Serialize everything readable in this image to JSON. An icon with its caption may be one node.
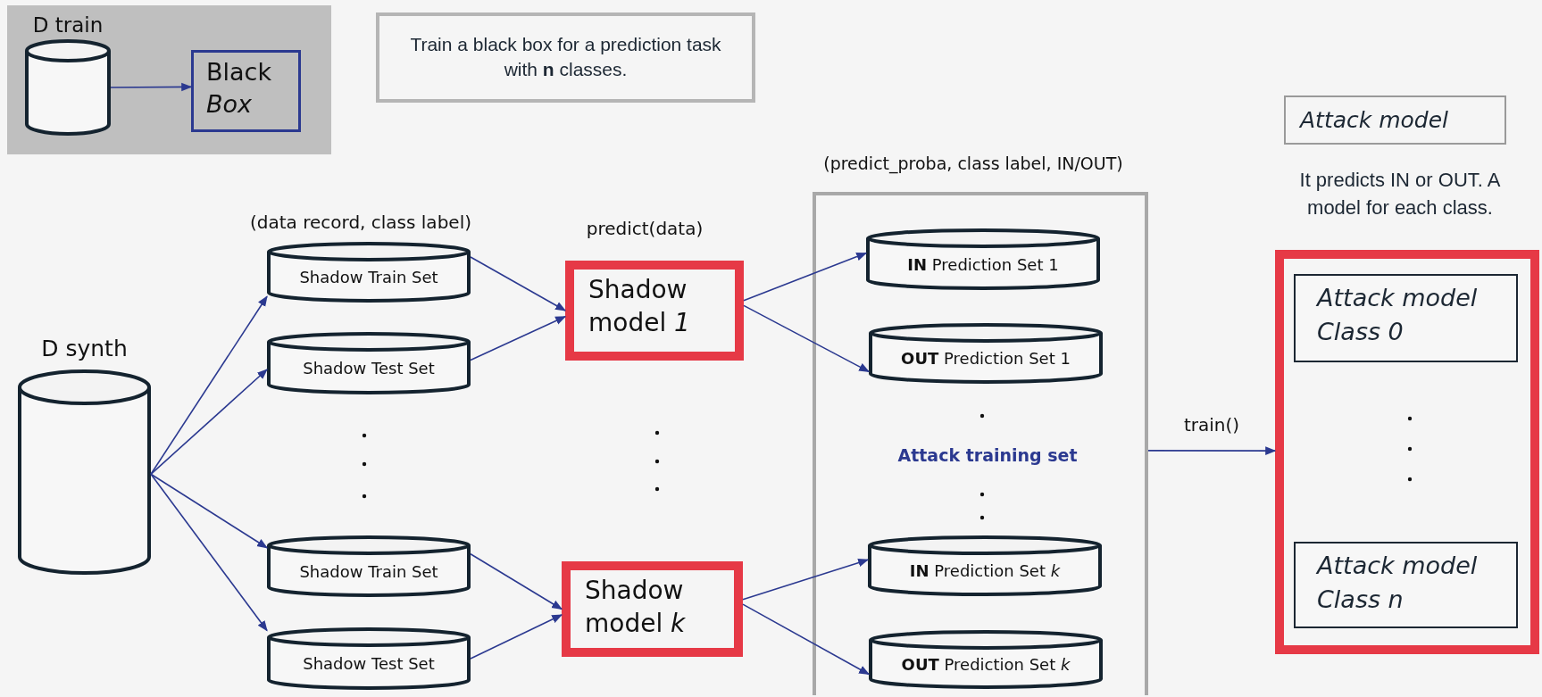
{
  "diagram": {
    "nodes": [
      {
        "text": [],
        "shape": "box"
      },
      {
        "text": [
          "D train"
        ],
        "in": 0
      },
      {
        "text": [
          "Black *Box*"
        ],
        "in": 0
      },
      {
        "text": [
          "Train a black box for a prediction task with **n** classes."
        ]
      },
      {
        "text": [
          "D synth"
        ]
      },
      {
        "text": [
          "Shadow Train Set"
        ]
      },
      {
        "text": [
          "Shadow Test Set"
        ]
      },
      {
        "text": [
          "Shadow Train Set"
        ]
      },
      {
        "text": [
          "Shadow Test Set"
        ]
      },
      {
        "text": [
          "Shadow model *1*"
        ]
      },
      {
        "text": [
          "Shadow model *k*"
        ]
      },
      {
        "text": [
          "(predict_proba, class label, IN/OUT)",
          "Attack training set"
        ]
      },
      {
        "text": [
          "**IN** Prediction Set 1"
        ],
        "in": 11
      },
      {
        "text": [
          "**OUT** Prediction Set 1"
        ],
        "in": 11
      },
      {
        "text": [
          "**IN** Prediction Set *k*"
        ],
        "in": 11
      },
      {
        "text": [
          "**OUT** Prediction Set *k*"
        ],
        "in": 11
      },
      {
        "text": [
          "Attack model"
        ]
      },
      {
        "text": [
          "It predicts IN or OUT. A model for each class."
        ]
      },
      {
        "text": [
          "Attack model Class 0"
        ],
        "in": 17
      },
      {
        "text": [
          "Attack model Class n"
        ],
        "in": 17
      }
    ],
    "edges": [
      {
        "from": 1,
        "to": 2,
        "arrow": "to"
      },
      {
        "from": 4,
        "to": 5,
        "arrow": "to"
      },
      {
        "from": 4,
        "to": 6,
        "arrow": "to"
      },
      {
        "from": 4,
        "to": 7,
        "arrow": "to"
      },
      {
        "from": 4,
        "to": 8,
        "arrow": "to"
      },
      {
        "from": 5,
        "to": 9,
        "arrow": "to"
      },
      {
        "from": 6,
        "to": 9,
        "arrow": "to"
      },
      {
        "from": 7,
        "to": 10,
        "arrow": "to"
      },
      {
        "from": 8,
        "to": 10,
        "arrow": "to"
      },
      {
        "from": 9,
        "to": 12,
        "arrow": "to"
      },
      {
        "from": 9,
        "to": 13,
        "arrow": "to"
      },
      {
        "from": 10,
        "to": 14,
        "arrow": "to"
      },
      {
        "from": 10,
        "to": 15,
        "arrow": "to"
      },
      {
        "from": 11,
        "to": 17,
        "label": "train()",
        "arrow": "to"
      }
    ],
    "labels": [
      "(data record, class label)",
      "predict(data)"
    ]
  }
}
